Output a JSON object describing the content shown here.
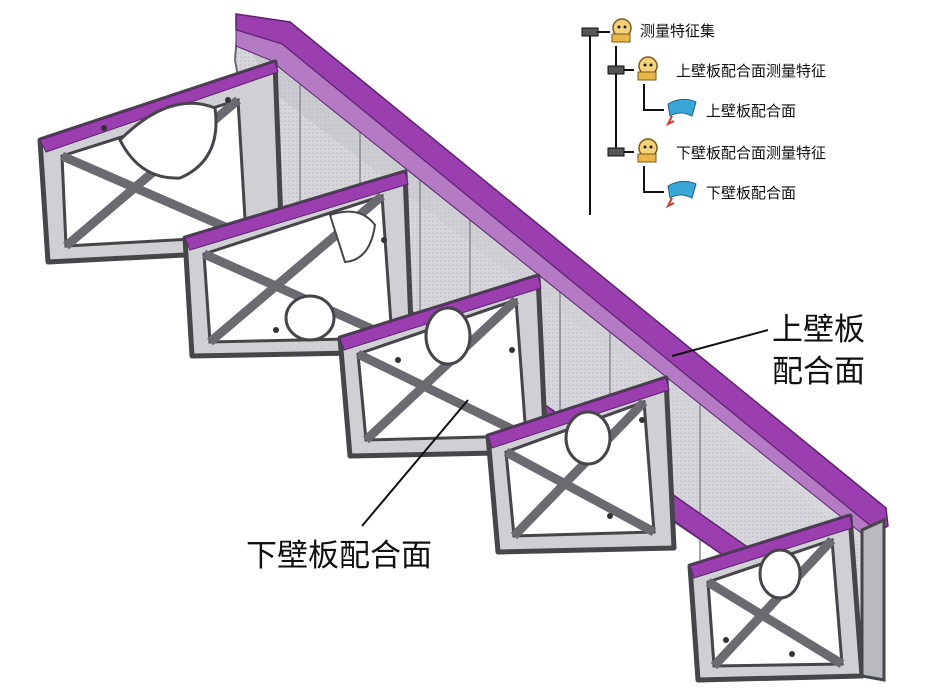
{
  "tree": {
    "root": {
      "label": "测量特征集",
      "icon": "measure-feature-icon"
    },
    "upper_feature": {
      "label": "上壁板配合面测量特征",
      "icon": "measure-feature-icon"
    },
    "upper_surface": {
      "label": "上壁板配合面",
      "icon": "surface-icon"
    },
    "lower_feature": {
      "label": "下壁板配合面测量特征",
      "icon": "measure-feature-icon"
    },
    "lower_surface": {
      "label": "下壁板配合面",
      "icon": "surface-icon"
    }
  },
  "callouts": {
    "upper_line1": "上壁板",
    "upper_line2": "配合面",
    "lower": "下壁板配合面"
  },
  "colors": {
    "mating_surface": "#9b3fb0",
    "frame": "#505055",
    "web": "#c9c9cf",
    "surface_icon": "#3aa6d8",
    "arrow": "#d43a2a"
  }
}
